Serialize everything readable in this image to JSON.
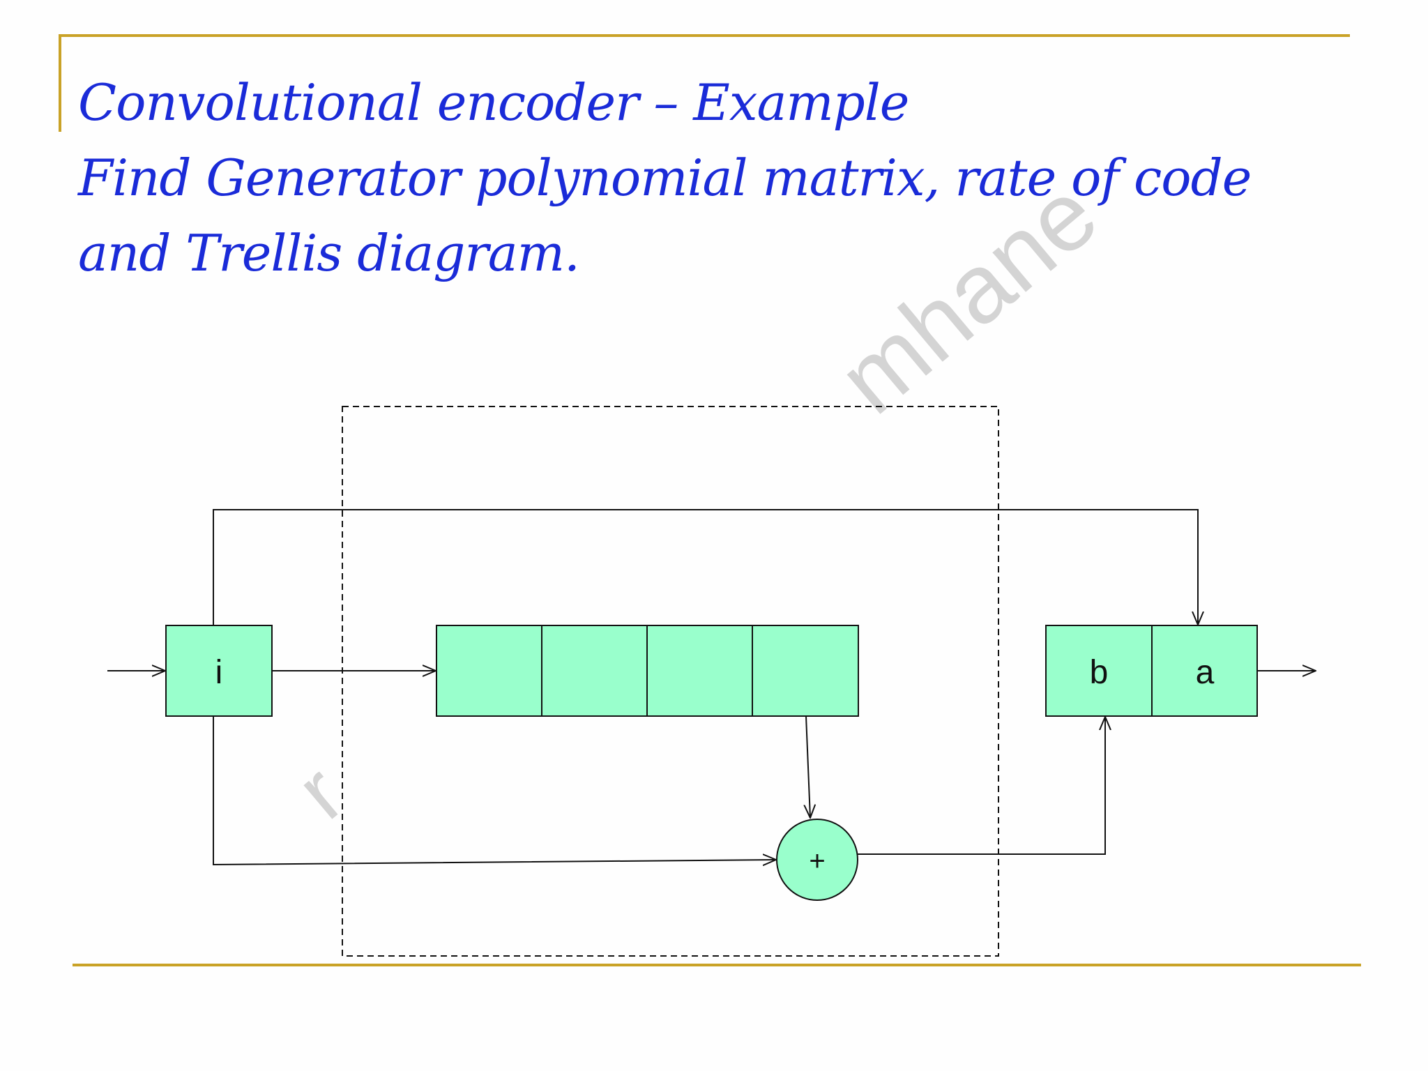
{
  "slide": {
    "title_line1": "Convolutional encoder – Example",
    "title_line2": "Find Generator polynomial matrix, rate of code",
    "title_line3": " and Trellis diagram.",
    "watermark": "mhane"
  },
  "diagram": {
    "input_register_label": "i",
    "output_b_label": "b",
    "output_a_label": "a",
    "adder_label": "+"
  },
  "colors": {
    "accent_rule": "#c9a227",
    "title_text": "#1a2bd8",
    "register_fill": "#99ffcc",
    "stroke": "#111111"
  }
}
